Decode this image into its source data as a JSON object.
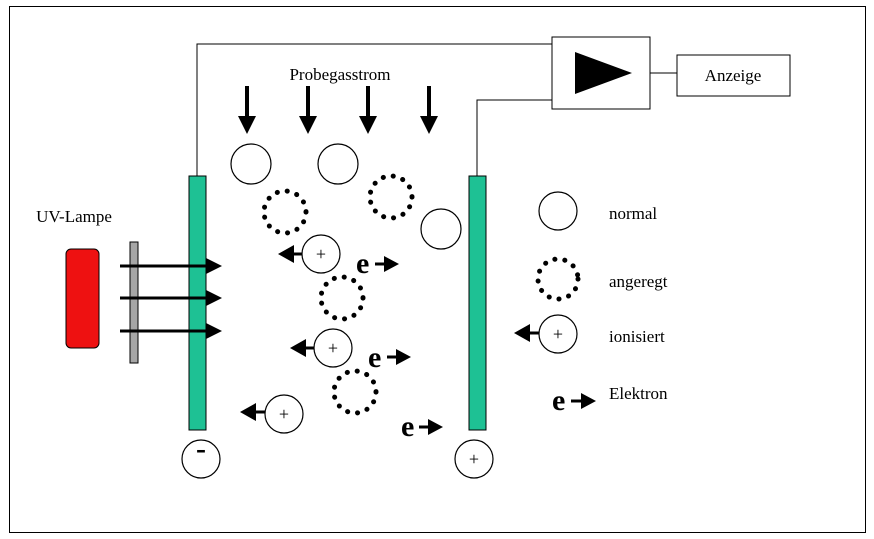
{
  "labels": {
    "sample_gas_flow": "Probegasstrom",
    "uv_lamp": "UV-Lampe",
    "display": "Anzeige"
  },
  "legend": {
    "normal": "normal",
    "excited": "angeregt",
    "ionized": "ionisiert",
    "electron": "Elektron"
  },
  "symbols": {
    "plus": "+",
    "minus": "-",
    "electron": "e"
  },
  "colors": {
    "electrode": "#1ec194",
    "lamp": "#ee1111",
    "filter": "#a6a6a6"
  },
  "icons": [
    "amplifier-triangle-icon",
    "down-arrow-icon",
    "left-arrow-icon",
    "right-arrow-icon"
  ]
}
